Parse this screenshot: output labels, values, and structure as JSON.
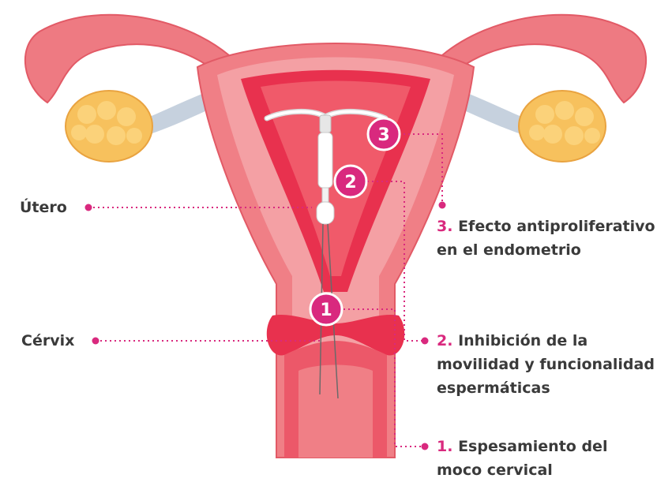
{
  "labels": {
    "utero": "Útero",
    "cervix": "Cérvix"
  },
  "markers": [
    "1",
    "2",
    "3"
  ],
  "mechanisms": [
    {
      "num": "3.",
      "line1": "Efecto antiproliferativo",
      "line2": "en el endometrio"
    },
    {
      "num": "2.",
      "line1": "Inhibición de la",
      "line2": "movilidad y funcionalidad",
      "line3": "espermáticas"
    },
    {
      "num": "1.",
      "line1": "Espesamiento del",
      "line2": "moco cervical"
    }
  ],
  "colors": {
    "accent": "#d9297e",
    "uterus_outer": "#f07f86",
    "uterus_inner": "#f4a0a4",
    "cavity": "#e8314e",
    "ovary": "#f7c15d",
    "text": "#3a3a3a"
  }
}
